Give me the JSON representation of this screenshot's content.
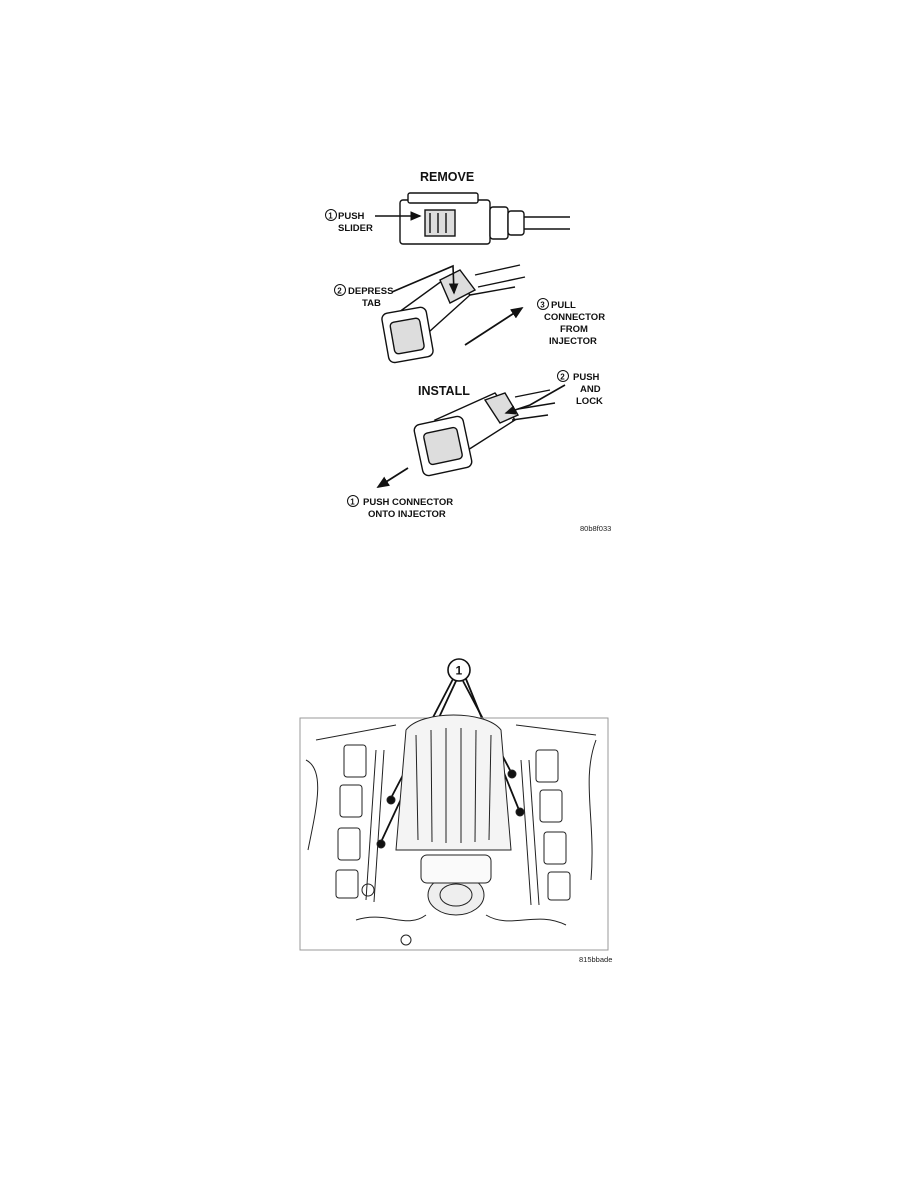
{
  "figure1": {
    "remove_heading": "REMOVE",
    "install_heading": "INSTALL",
    "step1_line1": "PUSH",
    "step1_line2": "SLIDER",
    "step2_line1": "DEPRESS",
    "step2_line2": "TAB",
    "step3_line1": "PULL",
    "step3_line2": "CONNECTOR",
    "step3_line3": "FROM",
    "step3_line4": "INJECTOR",
    "install_step2_line1": "PUSH",
    "install_step2_line2": "AND",
    "install_step2_line3": "LOCK",
    "install_step1_line1": "PUSH CONNECTOR",
    "install_step1_line2": "ONTO INJECTOR",
    "circle_1": "1",
    "circle_2": "2",
    "circle_3": "3",
    "figure_code": "80b8f033"
  },
  "figure2": {
    "callout": "1",
    "figure_code": "815bbade"
  }
}
